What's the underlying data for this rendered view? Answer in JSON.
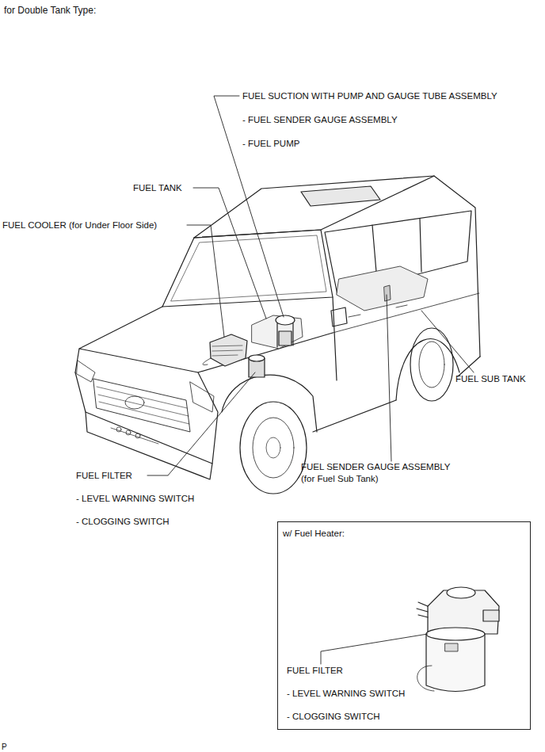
{
  "diagram": {
    "title": "for Double Tank Type:",
    "nodes": [
      {
        "text": [
          "w/ Fuel Heater:",
          "FUEL FILTER",
          "- LEVEL WARNING SWITCH",
          "- CLOGGING SWITCH"
        ]
      }
    ],
    "labels": [
      "FUEL SUCTION WITH PUMP AND GAUGE TUBE ASSEMBLY",
      "- FUEL SENDER GAUGE ASSEMBLY",
      "- FUEL PUMP",
      "FUEL TANK",
      "FUEL COOLER (for Under Floor Side)",
      "FUEL SUB TANK",
      "FUEL SENDER GAUGE ASSEMBLY",
      "(for Fuel Sub Tank)",
      "FUEL FILTER",
      "- LEVEL WARNING SWITCH",
      "- CLOGGING SWITCH",
      "P"
    ]
  }
}
